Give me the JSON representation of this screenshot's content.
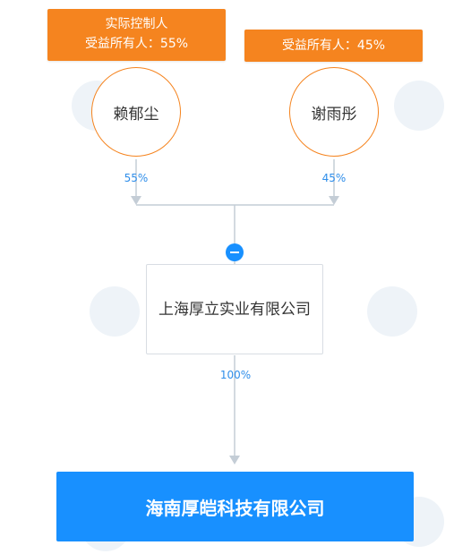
{
  "tags": {
    "left": {
      "line1": "实际控制人",
      "line2": "受益所有人：55%"
    },
    "right": {
      "line1": "受益所有人：45%"
    }
  },
  "persons": {
    "left": {
      "name": "赖郁尘"
    },
    "right": {
      "name": "谢雨彤"
    }
  },
  "edges": {
    "left_pct": "55%",
    "right_pct": "45%",
    "mid_pct": "100%"
  },
  "companies": {
    "mid": {
      "name": "上海厚立实业有限公司"
    },
    "target": {
      "name": "海南厚皑科技有限公司"
    }
  },
  "colors": {
    "tag_orange": "#f5841f",
    "accent_blue": "#1890ff",
    "line_gray": "#c4cdd6",
    "pct_blue": "#2f8eea"
  },
  "icons": {
    "collapse": "minus-circle-icon"
  }
}
